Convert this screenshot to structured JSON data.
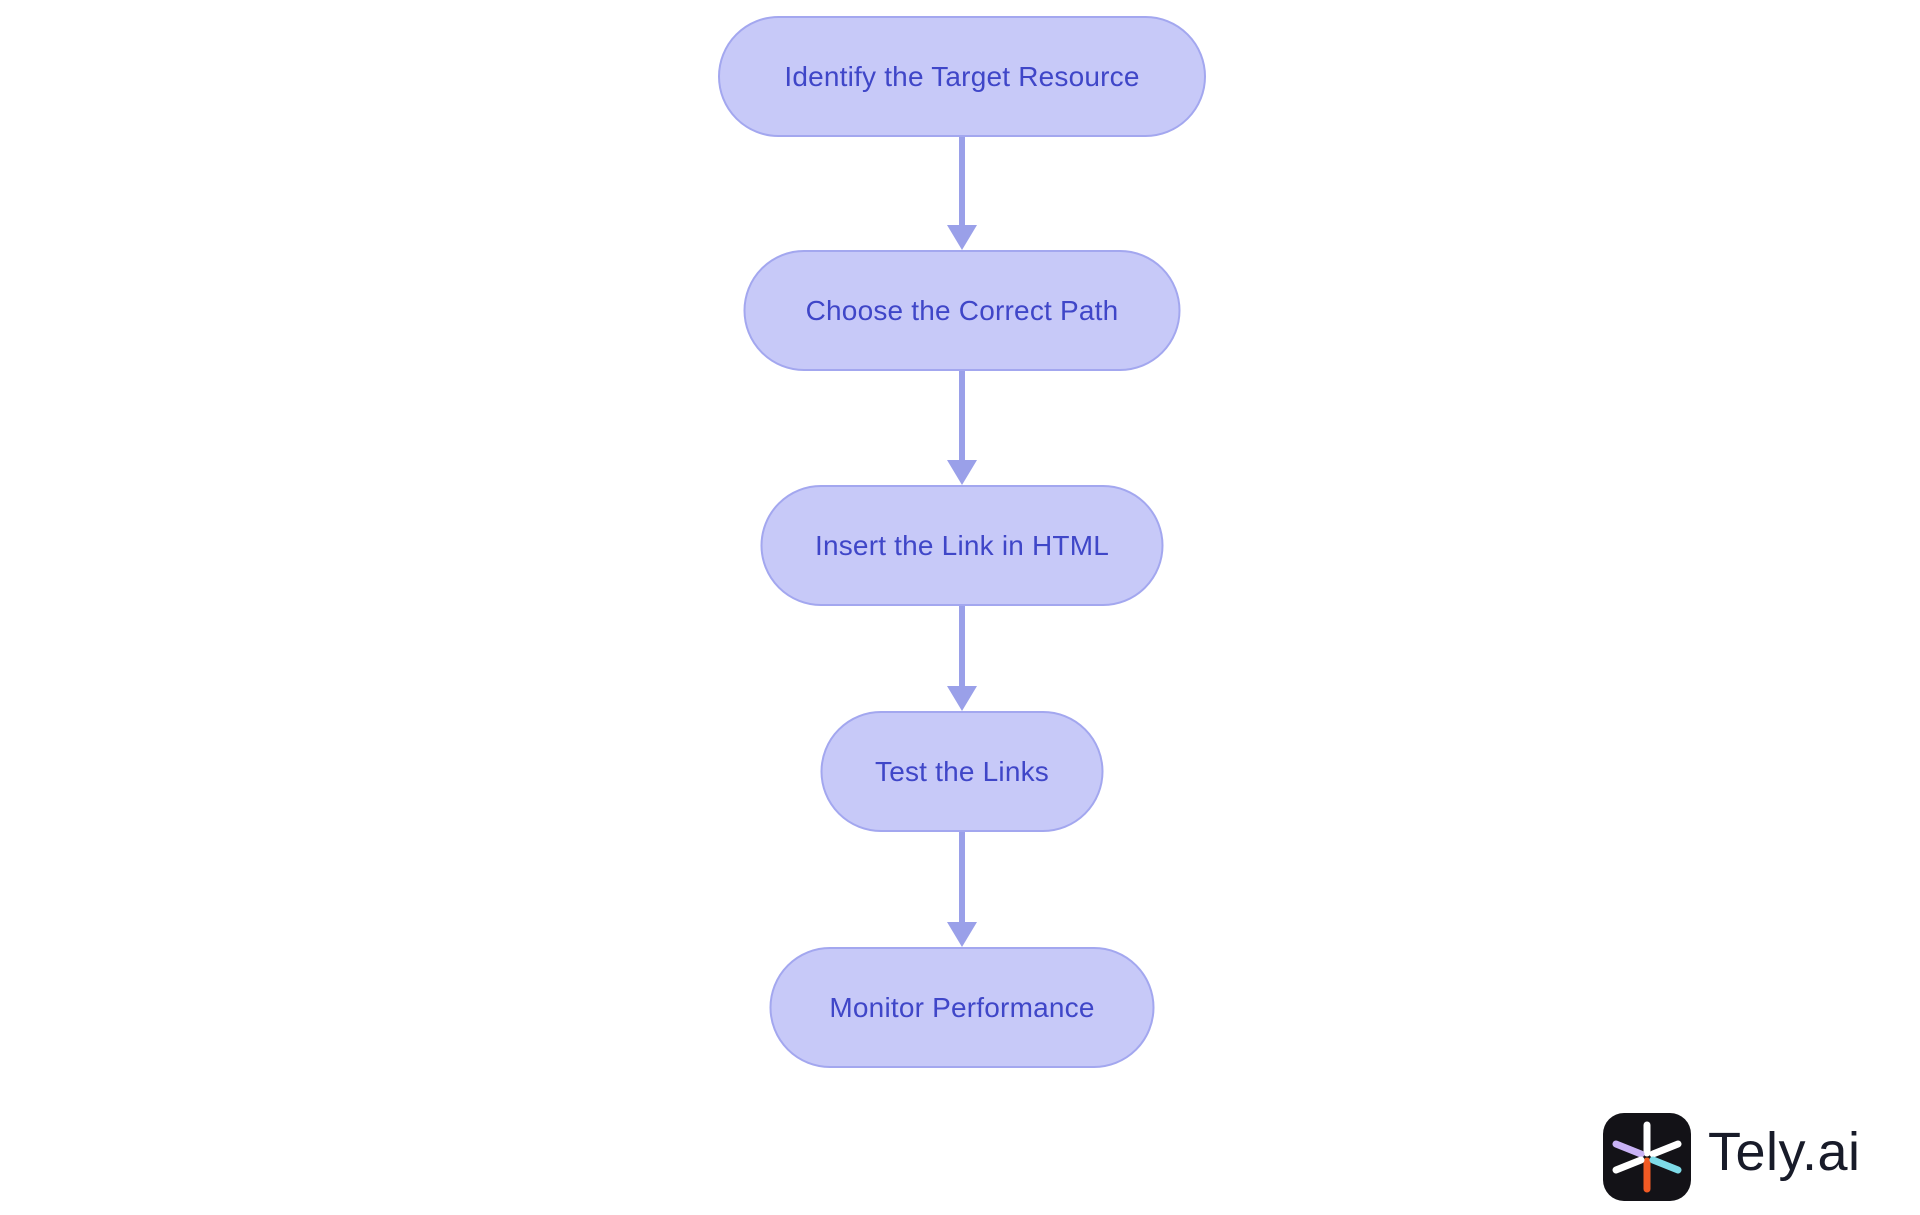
{
  "diagram": {
    "type": "flowchart",
    "direction": "top-down",
    "nodes": [
      {
        "label": "Identify the Target Resource"
      },
      {
        "label": "Choose the Correct Path"
      },
      {
        "label": "Insert the Link in HTML"
      },
      {
        "label": "Test the Links"
      },
      {
        "label": "Monitor Performance"
      }
    ],
    "connections": [
      {
        "from": 0,
        "to": 1
      },
      {
        "from": 1,
        "to": 2
      },
      {
        "from": 2,
        "to": 3
      },
      {
        "from": 3,
        "to": 4
      }
    ],
    "colors": {
      "background": "#ffffff",
      "node_fill": "#c7c9f8",
      "node_border": "#a3a7ef",
      "node_text": "#3f46c8",
      "arrow": "#9aa0e9"
    }
  },
  "branding": {
    "logo_text": "Tely.ai",
    "text_color": "#181b29",
    "icon": {
      "bg": "#131217",
      "spoke_up": "#ffffff",
      "spoke_down": "#f15a24",
      "spoke_upper_left": "#c9b2f5",
      "spoke_lower_left": "#ffffff",
      "spoke_upper_right": "#ffffff",
      "spoke_lower_right": "#7edbe8"
    }
  }
}
